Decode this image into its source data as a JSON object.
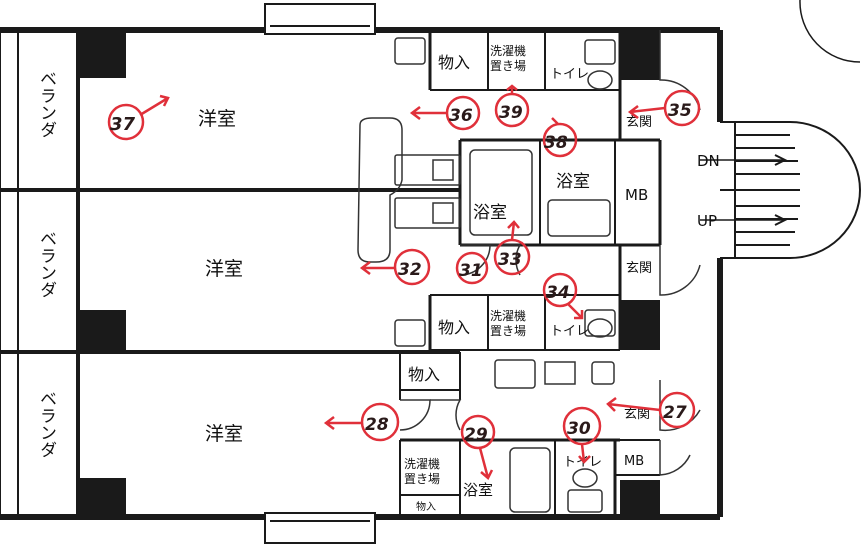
{
  "rooms": {
    "veranda": "ベランダ",
    "western_room": "洋室",
    "storage": "物入",
    "laundry_line1": "洗濯機",
    "laundry_line2": "置き場",
    "toilet": "トイレ",
    "entrance": "玄関",
    "bath": "浴室",
    "mb": "MB",
    "stairs_down": "DN",
    "stairs_up": "UP"
  },
  "markers": [
    "37",
    "36",
    "39",
    "38",
    "35",
    "32",
    "31",
    "33",
    "34",
    "28",
    "29",
    "30",
    "27"
  ],
  "colors": {
    "wall": "#1a1a1a",
    "marker": "#e0303a",
    "line": "#333333"
  }
}
